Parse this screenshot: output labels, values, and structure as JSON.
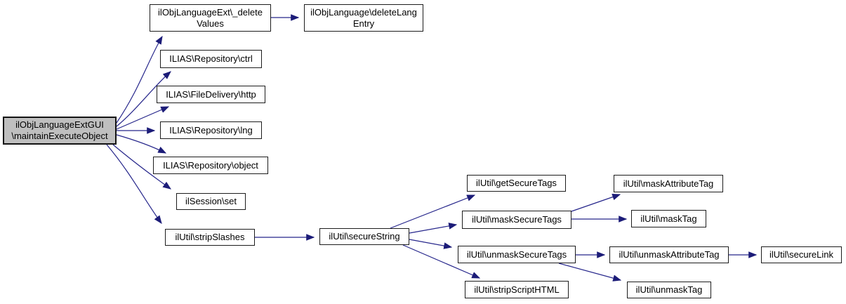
{
  "diagram": {
    "type": "call-graph",
    "colors": {
      "background": "#ffffff",
      "edge": "#26268b",
      "arrowhead": "#1c1c78",
      "node_border": "#1c1c1c",
      "node_fill": "#ffffff",
      "highlight_fill": "#bfbfbf",
      "text": "#000000"
    },
    "nodes": {
      "main": {
        "lines": [
          "ilObjLanguageExtGUI",
          "\\maintainExecuteObject"
        ],
        "label": "ilObjLanguageExtGUI\\maintainExecuteObject",
        "highlighted": true
      },
      "deleteValues": {
        "lines": [
          "ilObjLanguageExt\\_delete",
          "Values"
        ],
        "label": "ilObjLanguageExt\\_deleteValues"
      },
      "deleteLangEntry": {
        "lines": [
          "ilObjLanguage\\deleteLang",
          "Entry"
        ],
        "label": "ilObjLanguage\\deleteLangEntry"
      },
      "ctrl": {
        "label": "ILIAS\\Repository\\ctrl"
      },
      "http": {
        "label": "ILIAS\\FileDelivery\\http"
      },
      "lng": {
        "label": "ILIAS\\Repository\\lng"
      },
      "object": {
        "label": "ILIAS\\Repository\\object"
      },
      "sessionSet": {
        "label": "ilSession\\set"
      },
      "stripSlashes": {
        "label": "ilUtil\\stripSlashes"
      },
      "secureString": {
        "label": "ilUtil\\secureString"
      },
      "getSecureTags": {
        "label": "ilUtil\\getSecureTags"
      },
      "maskSecureTags": {
        "label": "ilUtil\\maskSecureTags"
      },
      "unmaskSecureTags": {
        "label": "ilUtil\\unmaskSecureTags"
      },
      "stripScriptHTML": {
        "label": "ilUtil\\stripScriptHTML"
      },
      "maskAttributeTag": {
        "label": "ilUtil\\maskAttributeTag"
      },
      "maskTag": {
        "label": "ilUtil\\maskTag"
      },
      "unmaskAttributeTag": {
        "label": "ilUtil\\unmaskAttributeTag"
      },
      "unmaskTag": {
        "label": "ilUtil\\unmaskTag"
      },
      "secureLink": {
        "label": "ilUtil\\secureLink"
      }
    },
    "edges": [
      {
        "from": "main",
        "to": "deleteValues"
      },
      {
        "from": "main",
        "to": "ctrl"
      },
      {
        "from": "main",
        "to": "http"
      },
      {
        "from": "main",
        "to": "lng"
      },
      {
        "from": "main",
        "to": "object"
      },
      {
        "from": "main",
        "to": "sessionSet"
      },
      {
        "from": "main",
        "to": "stripSlashes"
      },
      {
        "from": "deleteValues",
        "to": "deleteLangEntry"
      },
      {
        "from": "stripSlashes",
        "to": "secureString"
      },
      {
        "from": "secureString",
        "to": "getSecureTags"
      },
      {
        "from": "secureString",
        "to": "maskSecureTags"
      },
      {
        "from": "secureString",
        "to": "unmaskSecureTags"
      },
      {
        "from": "secureString",
        "to": "stripScriptHTML"
      },
      {
        "from": "maskSecureTags",
        "to": "maskAttributeTag"
      },
      {
        "from": "maskSecureTags",
        "to": "maskTag"
      },
      {
        "from": "unmaskSecureTags",
        "to": "unmaskAttributeTag"
      },
      {
        "from": "unmaskSecureTags",
        "to": "unmaskTag"
      },
      {
        "from": "unmaskAttributeTag",
        "to": "secureLink"
      }
    ]
  }
}
